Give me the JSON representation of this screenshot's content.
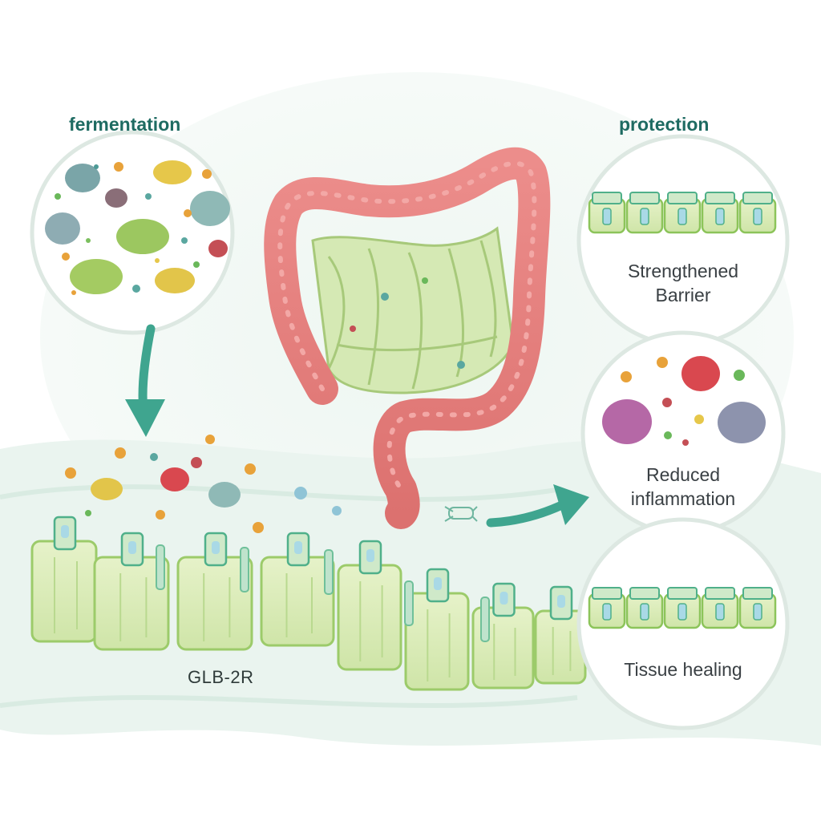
{
  "diagram": {
    "title_left": "fermentation",
    "title_right": "protection",
    "receptor_label": "GLB-2R",
    "outcomes": [
      {
        "id": "barrier",
        "line1": "Strengthened",
        "line2": "Barrier"
      },
      {
        "id": "inflammation",
        "line1": "Reduced",
        "line2": "inflammation"
      },
      {
        "id": "healing",
        "line1": "Tissue healing",
        "line2": ""
      }
    ]
  },
  "colors": {
    "accent_teal": "#3fa58f",
    "title_text": "#1e6b62",
    "colon_pink": "#e47f7e",
    "intestine_green": "#d5e9b4",
    "epithelium_green": "#dcecbd",
    "background_wash": "#eef5f0"
  }
}
